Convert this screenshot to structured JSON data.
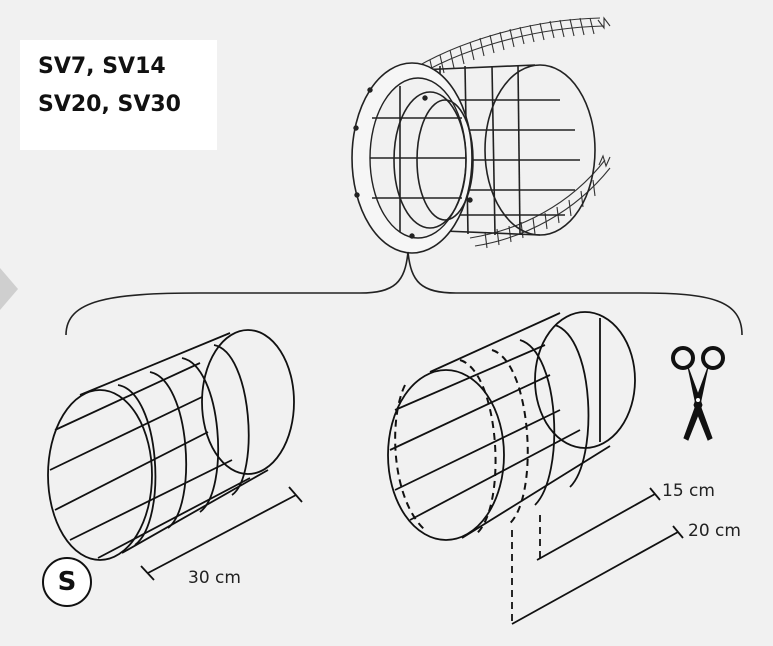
{
  "models": {
    "line1": "SV7, SV14",
    "line2": "SV20, SV30"
  },
  "labels": {
    "length_30": "30 cm",
    "length_15": "15 cm",
    "length_20": "20 cm",
    "badge": "S"
  },
  "icons": {
    "scissors": "scissors-icon",
    "collar": "flange-collar-icon",
    "duct_left": "mesh-duct-icon",
    "duct_right": "mesh-duct-cut-icon"
  },
  "colors": {
    "background": "#f1f1f1",
    "line": "#111111",
    "box": "#ffffff"
  }
}
